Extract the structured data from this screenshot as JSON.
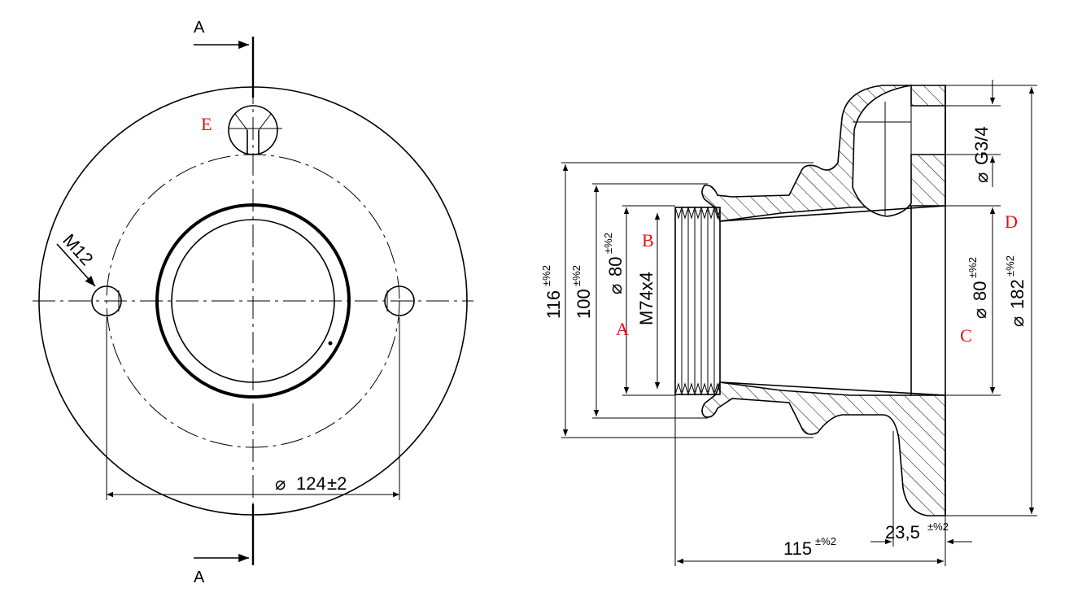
{
  "section_markers": {
    "top": "A",
    "bottom": "A"
  },
  "callouts": {
    "tap_hole": "M12"
  },
  "front_view": {
    "bolt_circle_dim": {
      "text": "124",
      "tol": "±2",
      "prefix": "⌀"
    }
  },
  "section_view": {
    "dims": {
      "d116": {
        "value": "116",
        "tol": "±%2"
      },
      "d100": {
        "value": "100",
        "tol": "±%2"
      },
      "d80_left": {
        "value": "80",
        "tol": "±%2",
        "prefix": "⌀"
      },
      "thread": {
        "value": "M74x4"
      },
      "port": {
        "value": "G3/4",
        "prefix": "⌀"
      },
      "d80_right": {
        "value": "80",
        "tol": "±%2",
        "prefix": "⌀"
      },
      "d182": {
        "value": "182",
        "tol": "±%2",
        "prefix": "⌀"
      },
      "len115": {
        "value": "115",
        "tol": "±%2"
      },
      "len23": {
        "value": "23,5",
        "tol": "±%2"
      }
    }
  },
  "labels": {
    "E": "E",
    "B": "B",
    "A": "A",
    "C": "C",
    "D": "D",
    "color": "#e01010"
  }
}
